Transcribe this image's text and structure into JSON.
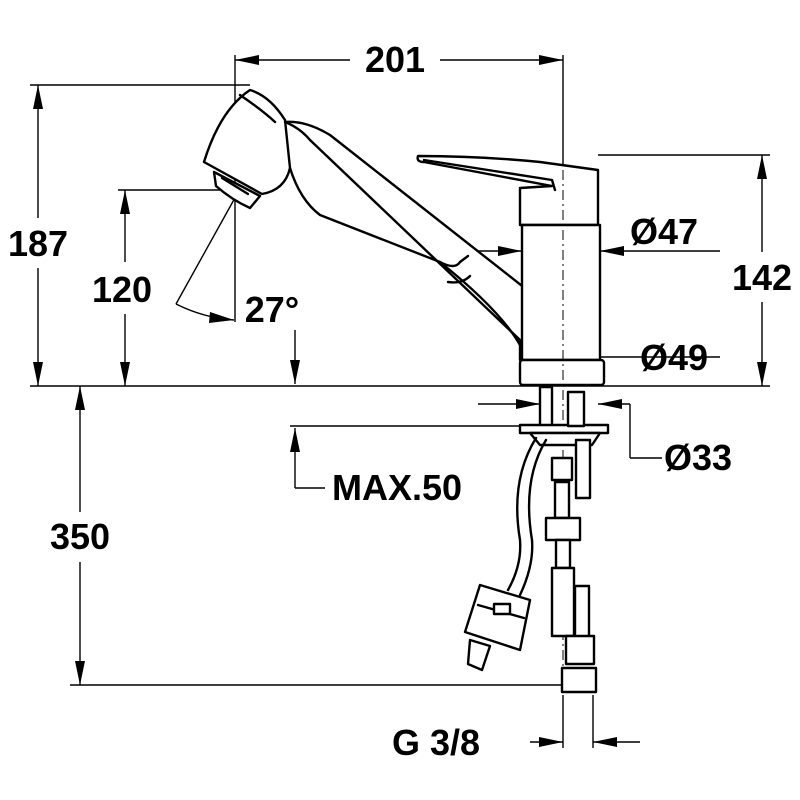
{
  "drawing": {
    "dimensions": {
      "width_total": "201",
      "height_total": "187",
      "spout_height": "120",
      "spout_angle": "27°",
      "body_height": "142",
      "body_diameter_upper": "Ø47",
      "body_diameter_base": "Ø49",
      "shank_diameter": "Ø33",
      "max_countertop": "MAX.50",
      "hose_length": "350",
      "connection_thread": "G 3/8"
    }
  }
}
